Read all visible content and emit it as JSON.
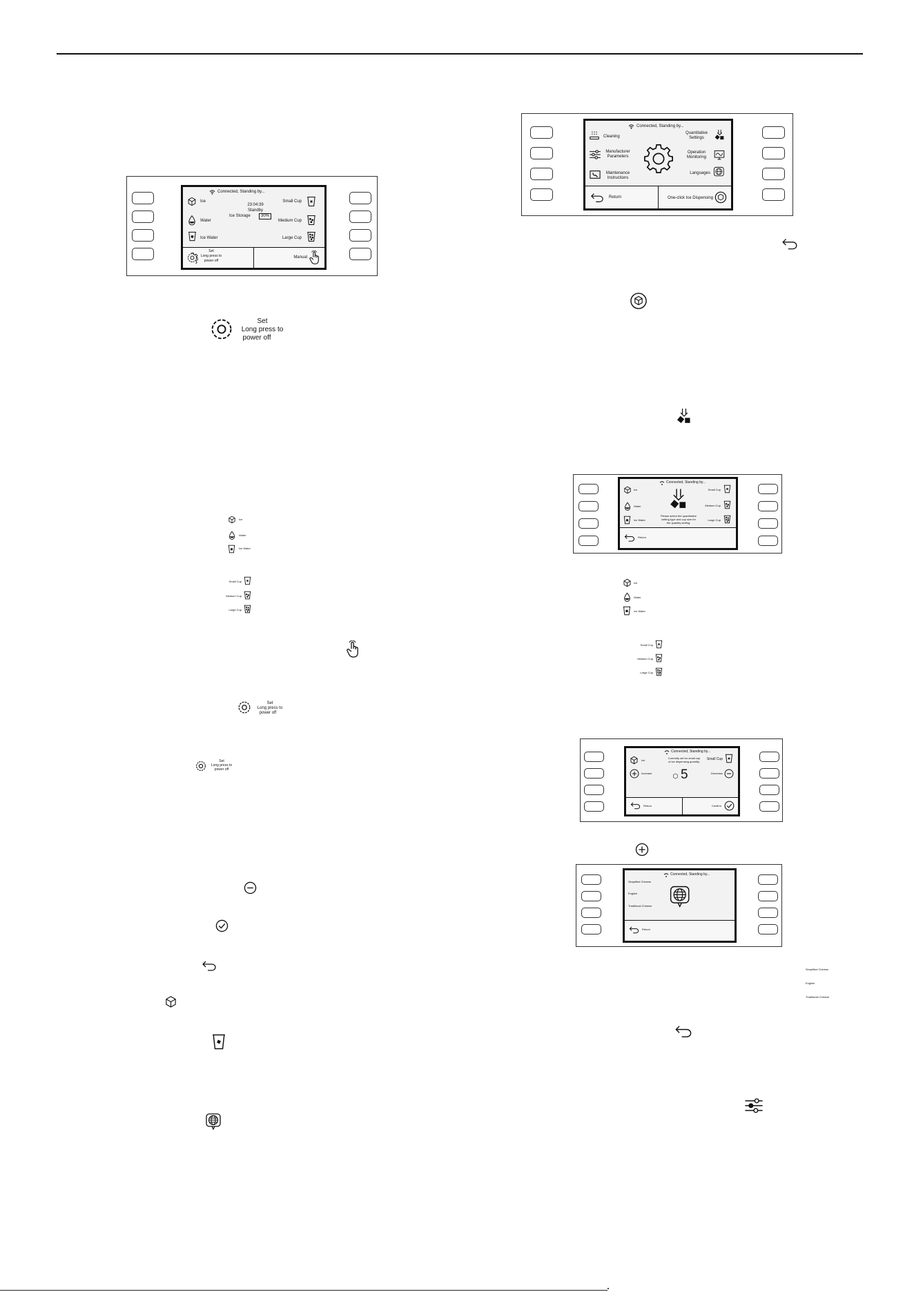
{
  "status": "Connected, Standing by...",
  "home": {
    "time": "23:04:39",
    "state": "Standby",
    "ice_storage_label": "Ice Storage",
    "ice_storage_value": "30%",
    "ice": "Ice",
    "water": "Water",
    "ice_water": "Ice Water",
    "small_cup": "Small Cup",
    "medium_cup": "Medium  Cup",
    "large_cup": "Large Cup",
    "set_line1": "Set",
    "set_line2": "Long press to",
    "set_line3": "power off",
    "manual": "Manual"
  },
  "settings": {
    "cleaning": "Cleaning",
    "manufacturer_1": "Manufacturer",
    "manufacturer_2": "Parameters",
    "maintenance_1": "Maintenance",
    "maintenance_2": "Instructions",
    "quantitative_1": "Quantitative",
    "quantitative_2": "Settings",
    "operation_1": "Operation",
    "operation_2": "Monitoring",
    "languages": "Languages",
    "return": "Return",
    "one_click": "One-click Ice Dispensing"
  },
  "quant_select": {
    "ice": "Ice",
    "water": "Water",
    "ice_water": "Ice Water",
    "small_cup": "Small Cup",
    "medium_cup": "Medium  Cup",
    "large_cup": "Large Cup",
    "msg_1": "Please select the quantitative",
    "msg_2": "setting type and cup size for",
    "msg_3": "the quantity setting.",
    "return": "Return"
  },
  "quant_edit": {
    "ice": "Ice",
    "small_cup": "Small Cup",
    "msg_1": "Currently set for small cup",
    "msg_2": "of ice dispensing quantity.",
    "increase": "Increase",
    "decrease": "Decrease",
    "value": "5",
    "return": "Return",
    "confirm": "Confirm"
  },
  "language_screen": {
    "simplified": "Simplified Chinese",
    "english": "English",
    "traditional": "Traditional Chinese",
    "return": "Return"
  },
  "callouts": {
    "set_line1": "Set",
    "set_line2": "Long press to",
    "set_line3": "power off",
    "ice": "Ice",
    "water": "Water",
    "ice_water": "Ice Water",
    "small_cup": "Small Cup",
    "medium_cup": "Medium  Cup",
    "large_cup": "Large Cup",
    "simplified": "Simplified Chinese",
    "english": "English",
    "traditional": "Traditional Chinese"
  }
}
